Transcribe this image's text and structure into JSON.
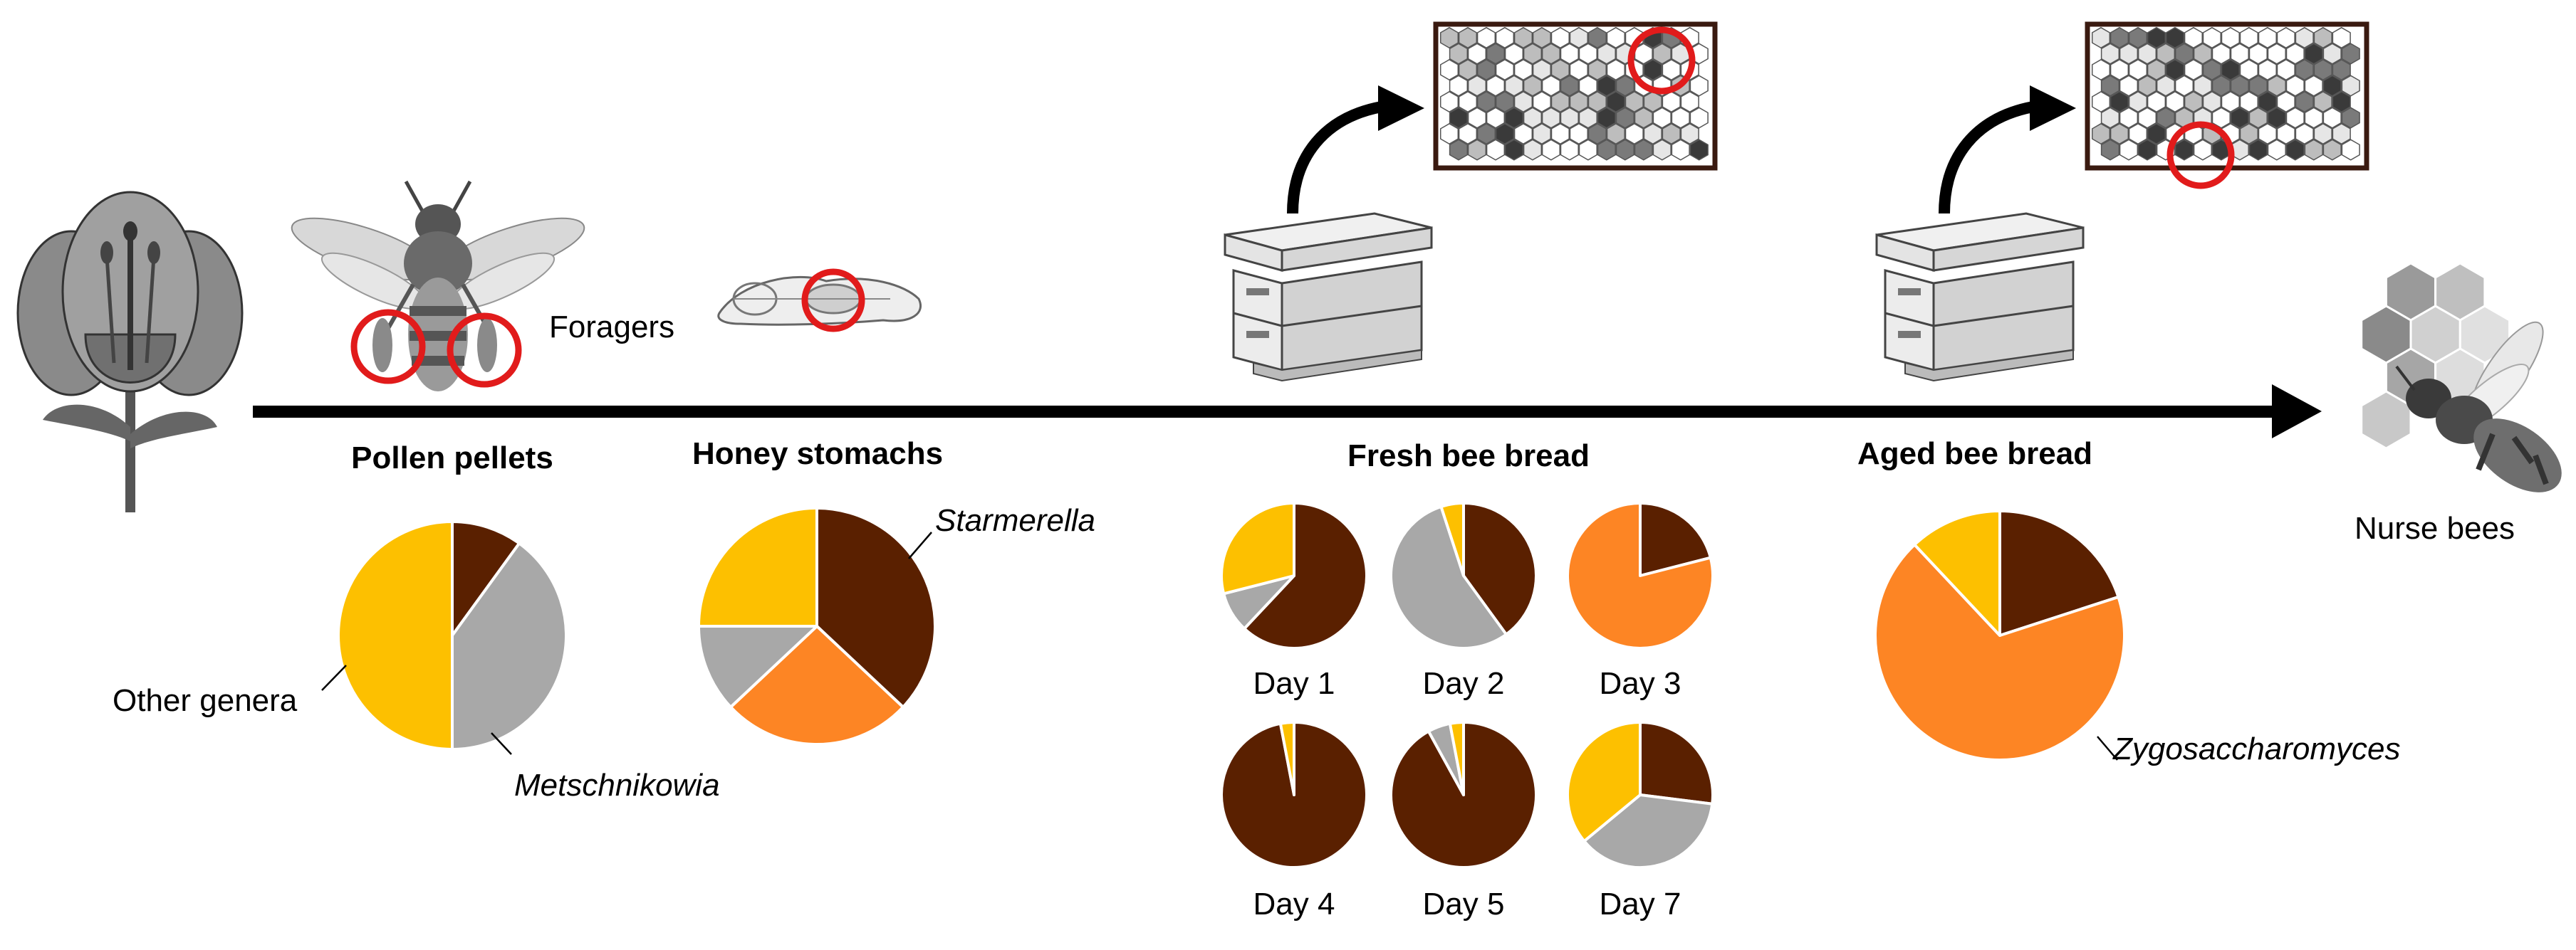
{
  "colors": {
    "starmerella": "#5a2000",
    "metschnikowia": "#a8a8a8",
    "zygosaccharomyces": "#fd8524",
    "other_genera": "#fdc000",
    "pie_stroke": "#ffffff",
    "arrow": "#000000",
    "highlight_ring": "#e11b1b"
  },
  "labels": {
    "foragers": "Foragers",
    "nurse_bees": "Nurse bees",
    "other_genera": "Other genera",
    "metschnikowia": "Metschnikowia",
    "starmerella": "Starmerella",
    "zygosaccharomyces": "Zygosaccharomyces"
  },
  "icons": [
    "flower-icon",
    "forager-bee-icon",
    "bee-anatomy-icon",
    "beehive-icon",
    "honeycomb-icon",
    "nurse-bee-icon",
    "arrow-icon"
  ],
  "chart_data": [
    {
      "type": "pie",
      "title": "Pollen pellets",
      "labels": [
        "Starmerella",
        "Metschnikowia",
        "Zygosaccharomyces",
        "Other genera"
      ],
      "values": [
        10,
        40,
        0,
        50
      ]
    },
    {
      "type": "pie",
      "title": "Honey stomachs",
      "labels": [
        "Starmerella",
        "Zygosaccharomyces",
        "Metschnikowia",
        "Other genera"
      ],
      "values": [
        37,
        26,
        12,
        25
      ]
    },
    {
      "type": "pie",
      "title": "Fresh bee bread",
      "subtitle": "Day 1",
      "labels": [
        "Starmerella",
        "Metschnikowia",
        "Other genera"
      ],
      "values": [
        62,
        9,
        29
      ]
    },
    {
      "type": "pie",
      "title": "Fresh bee bread",
      "subtitle": "Day 2",
      "labels": [
        "Starmerella",
        "Metschnikowia",
        "Other genera"
      ],
      "values": [
        40,
        55,
        5
      ]
    },
    {
      "type": "pie",
      "title": "Fresh bee bread",
      "subtitle": "Day 3",
      "labels": [
        "Starmerella",
        "Zygosaccharomyces"
      ],
      "values": [
        21,
        79
      ]
    },
    {
      "type": "pie",
      "title": "Fresh bee bread",
      "subtitle": "Day 4",
      "labels": [
        "Starmerella",
        "Other genera"
      ],
      "values": [
        97,
        3
      ]
    },
    {
      "type": "pie",
      "title": "Fresh bee bread",
      "subtitle": "Day 5",
      "labels": [
        "Starmerella",
        "Metschnikowia",
        "Other genera"
      ],
      "values": [
        92,
        5,
        3
      ]
    },
    {
      "type": "pie",
      "title": "Fresh bee bread",
      "subtitle": "Day 7",
      "labels": [
        "Starmerella",
        "Metschnikowia",
        "Other genera"
      ],
      "values": [
        27,
        37,
        36
      ]
    },
    {
      "type": "pie",
      "title": "Aged bee bread",
      "labels": [
        "Starmerella",
        "Zygosaccharomyces",
        "Other genera"
      ],
      "values": [
        20,
        68,
        12
      ]
    }
  ]
}
